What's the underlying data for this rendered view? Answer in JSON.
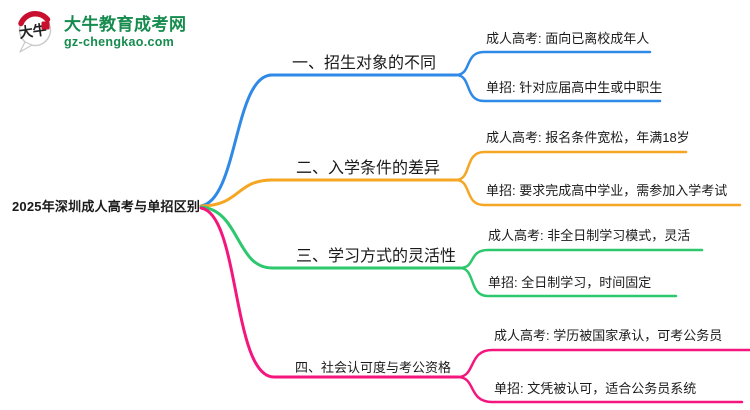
{
  "logo": {
    "title": "大牛教育成考网",
    "domain": "gz-chengkao.com",
    "icon_text": "大牛",
    "brand_green": "#168b4e",
    "seal_red": "#c8102e"
  },
  "root": {
    "label": "2025年深圳成人高考与单招区别"
  },
  "branches": [
    {
      "label": "一、招生对象的不同",
      "color": "#2f89e6",
      "children": [
        {
          "label": "成人高考: 面向已离校成年人"
        },
        {
          "label": "单招: 针对应届高中生或中职生"
        }
      ]
    },
    {
      "label": "二、入学条件的差异",
      "color": "#f5a623",
      "children": [
        {
          "label": "成人高考: 报名条件宽松，年满18岁"
        },
        {
          "label": "单招: 要求完成高中学业，需参加入学考试"
        }
      ]
    },
    {
      "label": "三、学习方式的灵活性",
      "color": "#2dc76d",
      "children": [
        {
          "label": "成人高考: 非全日制学习模式，灵活"
        },
        {
          "label": "单招: 全日制学习，时间固定"
        }
      ]
    },
    {
      "label": "四、社会认可度与考公资格",
      "color": "#f5167d",
      "children": [
        {
          "label": "成人高考: 学历被国家承认，可考公务员"
        },
        {
          "label": "单招: 文凭被认可，适合公务员系统"
        }
      ]
    }
  ]
}
